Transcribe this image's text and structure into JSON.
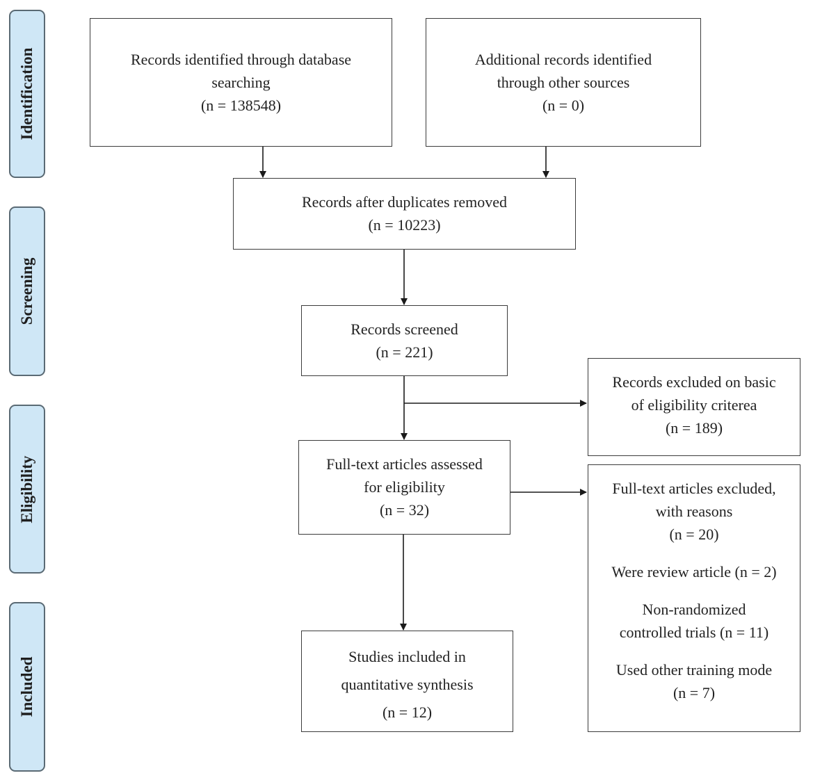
{
  "phases": {
    "identification": "Identification",
    "screening": "Screening",
    "eligibility": "Eligibility",
    "included": "Included"
  },
  "boxes": {
    "database_records": [
      "Records identified through database",
      "searching",
      "(n = 138548)"
    ],
    "other_records": [
      "Additional records identified",
      "through other sources",
      "(n = 0)"
    ],
    "duplicates_removed": [
      "Records after duplicates removed",
      "(n = 10223)"
    ],
    "screened": [
      "Records screened",
      "(n = 221)"
    ],
    "excluded_criteria": [
      "Records excluded on basic",
      "of eligibility criterea",
      "(n = 189)"
    ],
    "full_text_assessed": [
      "Full-text articles assessed",
      "for eligibility",
      "(n = 32)"
    ],
    "full_text_excluded": {
      "heading": [
        "Full-text articles excluded,",
        "with reasons",
        "(n = 20)"
      ],
      "reason_review": "Were review article (n = 2)",
      "reason_nonrandom": [
        "Non-randomized",
        "controlled trials (n = 11)"
      ],
      "reason_training": [
        "Used other training mode",
        "(n = 7)"
      ]
    },
    "included_studies": [
      "Studies included in",
      "quantitative synthesis",
      "(n = 12)"
    ]
  },
  "colors": {
    "phase_fill": "#cfe7f6",
    "phase_border": "#5a6a74",
    "box_border": "#3b3b3b",
    "arrow": "#1a1a1a"
  }
}
